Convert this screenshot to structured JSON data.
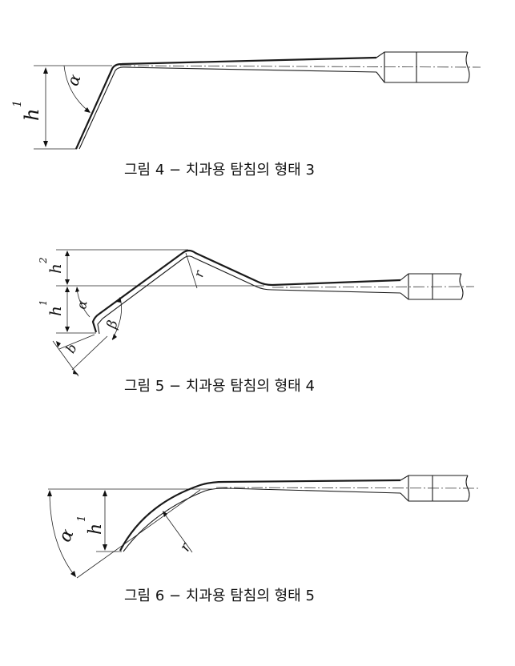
{
  "figures": [
    {
      "caption": "그림 4 − 치과용 탐침의 형태 3",
      "labels": {
        "h1": "h",
        "h1_sub": "1",
        "alpha": "α"
      }
    },
    {
      "caption": "그림 5 − 치과용 탐침의 형태 4",
      "labels": {
        "h2": "h",
        "h2_sub": "2",
        "h1": "h",
        "h1_sub": "1",
        "alpha": "α",
        "beta": "β",
        "r": "r",
        "b": "b"
      }
    },
    {
      "caption": "그림 6 − 치과용 탐침의 형태 5",
      "labels": {
        "h1": "h",
        "h1_sub": "1",
        "alpha": "α",
        "r": "r"
      }
    }
  ]
}
